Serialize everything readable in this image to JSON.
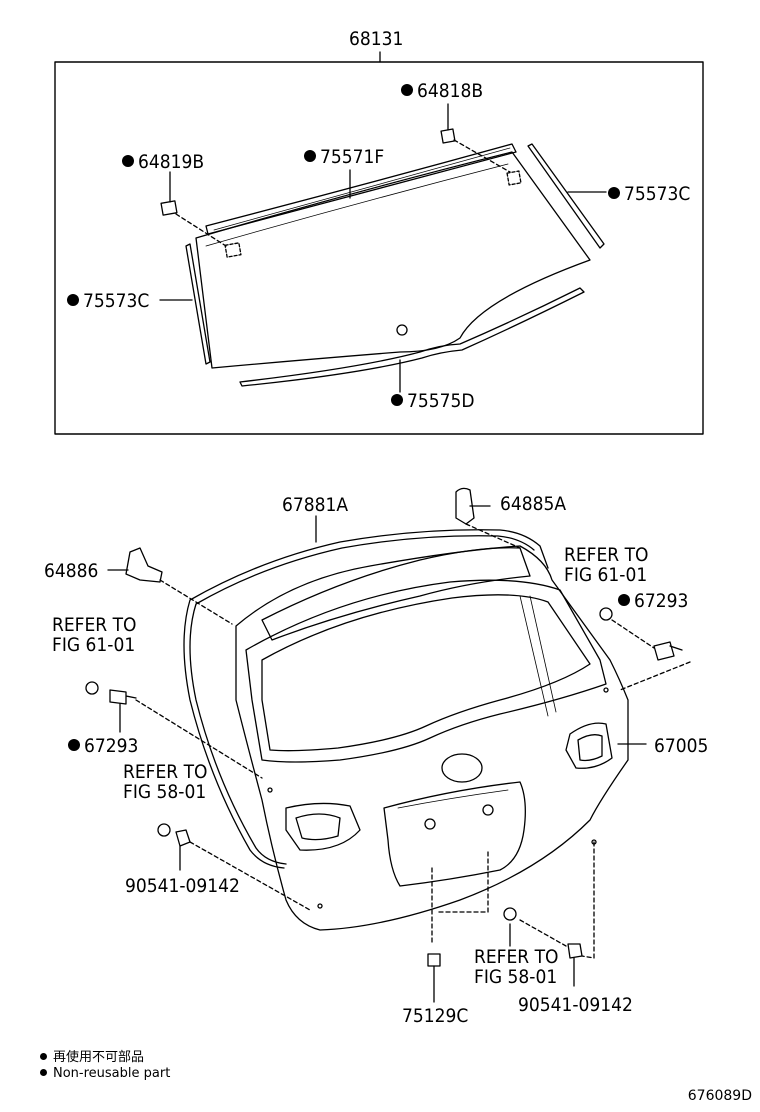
{
  "parts": {
    "glass_assy": "68131",
    "stopper_right": "64818B",
    "stopper_left": "64819B",
    "molding_upper": "75571F",
    "molding_side_right": "75573C",
    "molding_side_left": "75573C",
    "molding_lower": "75575D",
    "weatherstrip": "67881A",
    "cushion_right": "64885A",
    "cushion_left": "64886",
    "stay_right": "67293",
    "stay_left": "67293",
    "door_panel": "67005",
    "bolt_left": "90541-09142",
    "bolt_right": "90541-09142",
    "emblem": "75129C"
  },
  "refs": {
    "fig_right_top": [
      "REFER TO",
      "FIG 61-01"
    ],
    "fig_left_top": [
      "REFER TO",
      "FIG 61-01"
    ],
    "fig_left_bottom": [
      "REFER TO",
      "FIG 58-01"
    ],
    "fig_right_bottom": [
      "REFER TO",
      "FIG 58-01"
    ]
  },
  "legend": {
    "line1": "再使用不可部品",
    "line2": "Non-reusable part"
  },
  "diagram_id": "676089D"
}
